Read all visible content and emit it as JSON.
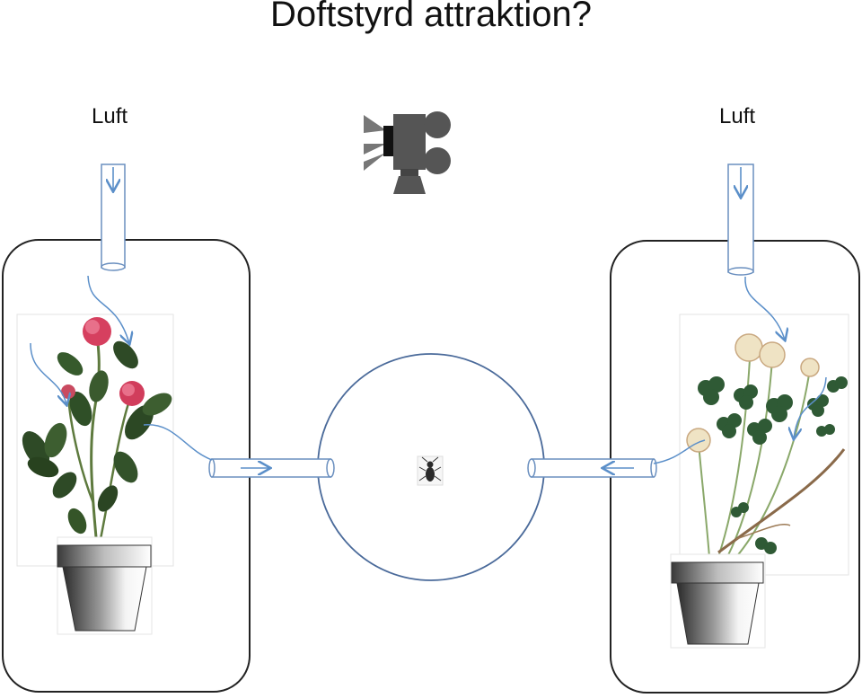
{
  "title": "Doftstyrd attraktion?",
  "labels": {
    "air_left": "Luft",
    "air_right": "Luft"
  },
  "icons": {
    "camera": "video-camera-icon",
    "insect": "insect-icon",
    "plant_left": "red-clover-plant",
    "plant_right": "white-clover-plant"
  },
  "colors": {
    "airflow": "#5b8fc9",
    "arena_outline": "#4a6a9a",
    "chamber_outline": "#222222"
  }
}
